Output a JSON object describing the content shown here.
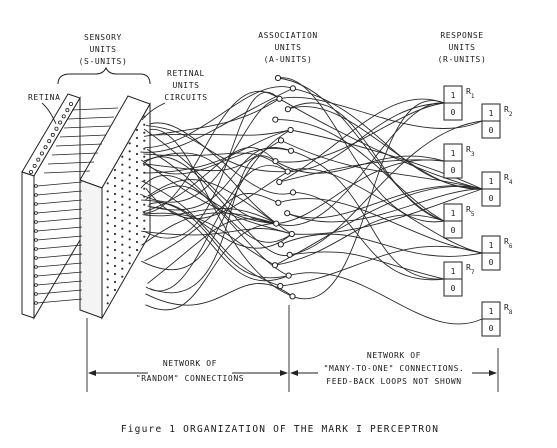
{
  "labels": {
    "sensory": [
      "SENSORY",
      "UNITS",
      "(S-UNITS)"
    ],
    "association": [
      "ASSOCIATION",
      "UNITS",
      "(A-UNITS)"
    ],
    "response": [
      "RESPONSE",
      "UNITS",
      "(R-UNITS)"
    ],
    "retinal": [
      "RETINAL",
      "UNITS",
      "CIRCUITS"
    ],
    "retina": "RETINA",
    "network_random": [
      "NETWORK OF",
      "\"RANDOM\" CONNECTIONS"
    ],
    "network_many": [
      "NETWORK OF",
      "\"MANY-TO-ONE\" CONNECTIONS.",
      "FEED-BACK LOOPS NOT SHOWN"
    ],
    "caption": "Figure 1  ORGANIZATION OF THE MARK I PERCEPTRON"
  },
  "response_units": [
    {
      "name": "R",
      "sub": "1",
      "top": "1",
      "bottom": "0"
    },
    {
      "name": "R",
      "sub": "2",
      "top": "1",
      "bottom": "0"
    },
    {
      "name": "R",
      "sub": "3",
      "top": "1",
      "bottom": "0"
    },
    {
      "name": "R",
      "sub": "4",
      "top": "1",
      "bottom": "0"
    },
    {
      "name": "R",
      "sub": "5",
      "top": "1",
      "bottom": "0"
    },
    {
      "name": "R",
      "sub": "6",
      "top": "1",
      "bottom": "0"
    },
    {
      "name": "R",
      "sub": "7",
      "top": "1",
      "bottom": "0"
    },
    {
      "name": "R",
      "sub": "8",
      "top": "1",
      "bottom": "0"
    }
  ]
}
